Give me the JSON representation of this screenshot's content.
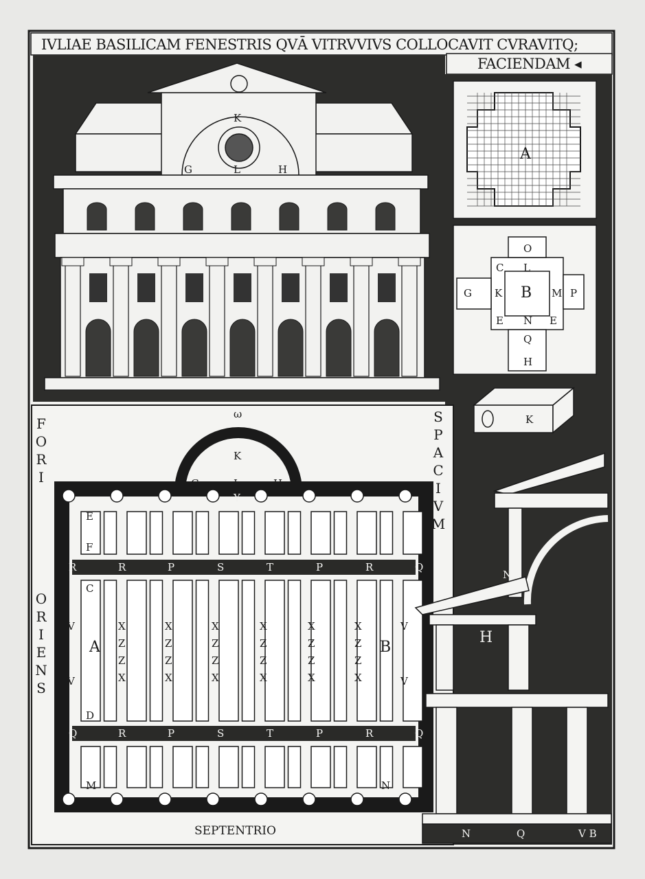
{
  "title": {
    "line1": "IVLIAE BASILICAM FENESTRIS QVĀ VITRVVIVS COLLOCAVIT CVRAVITQ;",
    "line2": "FACIENDAM ◂"
  },
  "compass": {
    "west_top": "FORI",
    "east_top": "SPACIVM",
    "left": "ORIENS",
    "bottom": "SEPTENTRIO",
    "top_mark": "ω"
  },
  "facade_letters": {
    "k": "K",
    "g": "G",
    "l": "L",
    "h": "H"
  },
  "plan_a": {
    "label": "A"
  },
  "plan_b": {
    "o": "O",
    "c": "C",
    "l": "L",
    "g": "G",
    "k": "K",
    "b": "B",
    "m": "M",
    "p": "P",
    "e1": "E",
    "n": "N",
    "e2": "E",
    "q": "Q",
    "h": "H"
  },
  "block_k": {
    "label": "K"
  },
  "main_plan": {
    "apse": {
      "k": "K",
      "g": "G",
      "l": "L",
      "h": "H",
      "y": "Y"
    },
    "side_left": [
      "E",
      "F",
      "C",
      "V",
      "V",
      "D",
      "M"
    ],
    "side_right": [
      "V",
      "V",
      "N"
    ],
    "row_top": [
      "R",
      "R",
      "P",
      "S",
      "T",
      "P",
      "R",
      "Q"
    ],
    "row_bottom": [
      "Q",
      "R",
      "P",
      "S",
      "T",
      "P",
      "R",
      "Q"
    ],
    "nave_a": "A",
    "nave_b": "B",
    "x_mark": "X",
    "z_mark": "Z"
  },
  "section": {
    "h": "H",
    "n": "N",
    "bottom": [
      "N",
      "Q",
      "V B"
    ]
  }
}
